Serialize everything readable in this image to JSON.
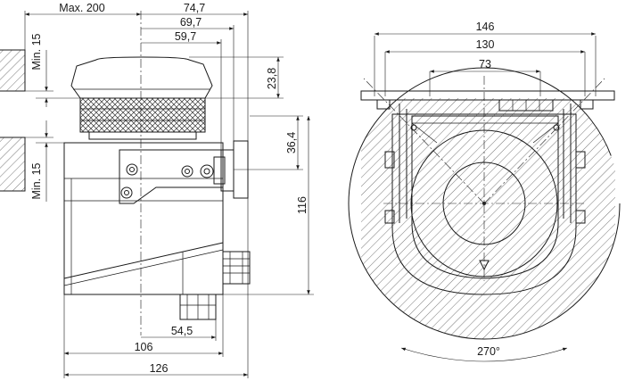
{
  "side_view": {
    "dim_max_200": "Max. 200",
    "dim_74_7": "74,7",
    "dim_69_7": "69,7",
    "dim_59_7": "59,7",
    "dim_23_8": "23,8",
    "dim_36_4": "36,4",
    "dim_116": "116",
    "dim_min_15_top": "Min. 15",
    "dim_min_15_bottom": "Min. 15",
    "dim_54_5": "54,5",
    "dim_106": "106",
    "dim_126": "126"
  },
  "top_view": {
    "dim_146": "146",
    "dim_130": "130",
    "dim_73": "73",
    "dim_270": "270°"
  }
}
